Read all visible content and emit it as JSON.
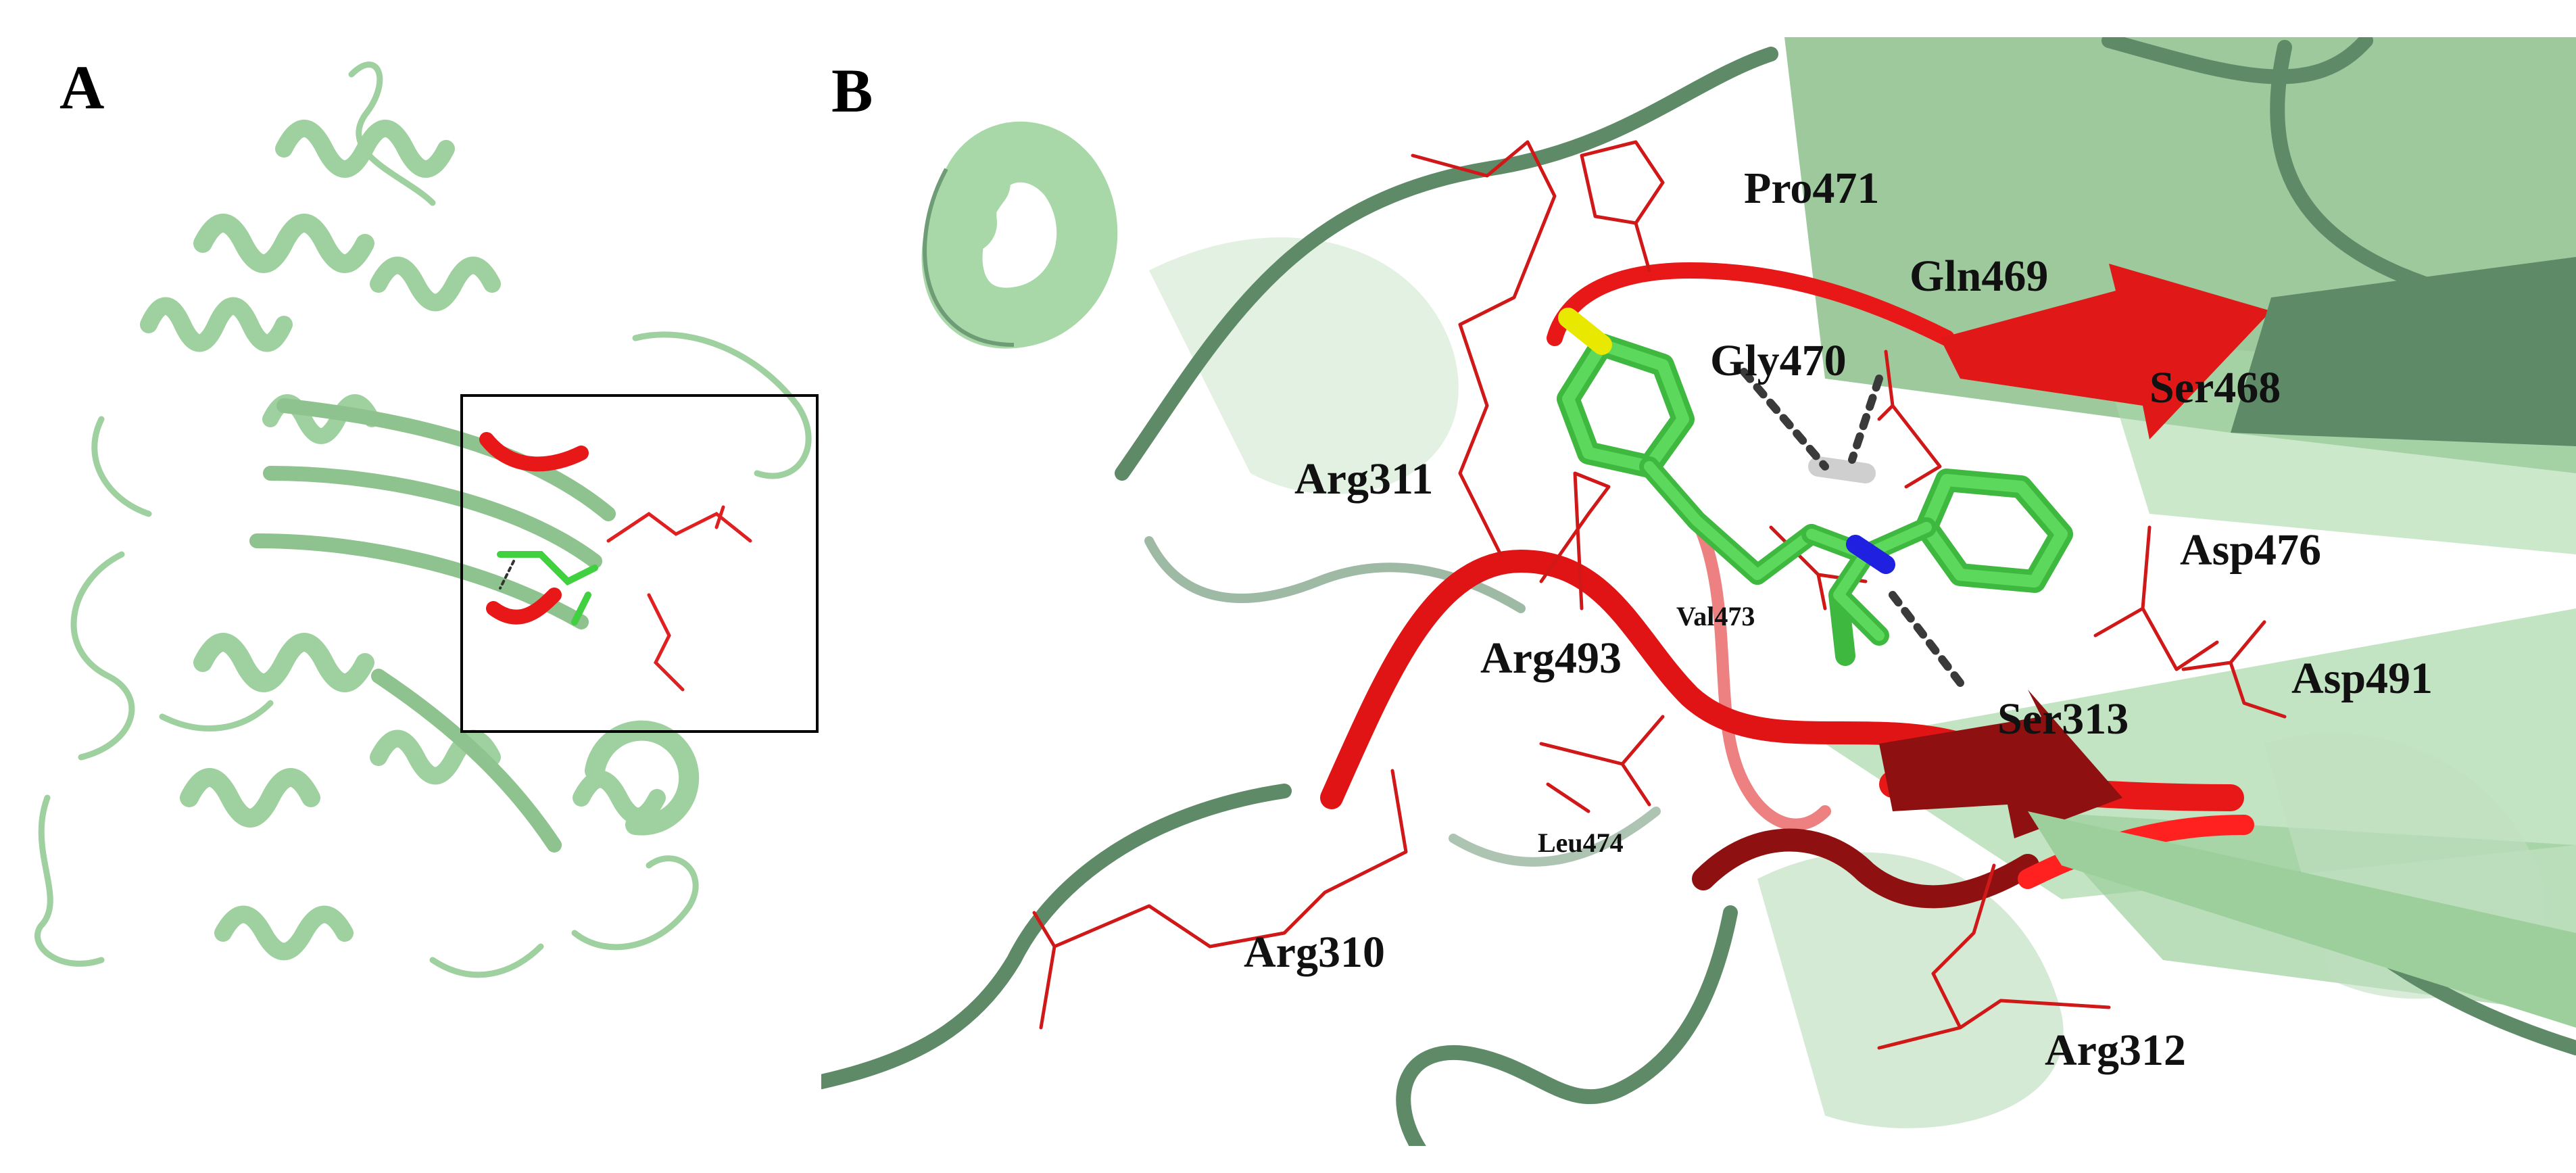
{
  "figure": {
    "panels": [
      {
        "id": "A",
        "label": "A"
      },
      {
        "id": "B",
        "label": "B"
      }
    ],
    "residues": [
      {
        "id": "pro471",
        "label": "Pro471",
        "size": "large"
      },
      {
        "id": "gln469",
        "label": "Gln469",
        "size": "large"
      },
      {
        "id": "gly470",
        "label": "Gly470",
        "size": "large"
      },
      {
        "id": "ser468",
        "label": "Ser468",
        "size": "large"
      },
      {
        "id": "arg311",
        "label": "Arg311",
        "size": "large"
      },
      {
        "id": "asp476",
        "label": "Asp476",
        "size": "large"
      },
      {
        "id": "val473",
        "label": "Val473",
        "size": "small"
      },
      {
        "id": "arg493",
        "label": "Arg493",
        "size": "large"
      },
      {
        "id": "asp491",
        "label": "Asp491",
        "size": "large"
      },
      {
        "id": "ser313",
        "label": "Ser313",
        "size": "large"
      },
      {
        "id": "leu474",
        "label": "Leu474",
        "size": "small"
      },
      {
        "id": "arg310",
        "label": "Arg310",
        "size": "large"
      },
      {
        "id": "arg312",
        "label": "Arg312",
        "size": "large"
      }
    ],
    "colors": {
      "protein_light": "#a8d8a8",
      "protein_mid": "#8cc08c",
      "protein_dark": "#5e8a68",
      "binding_red": "#e81818",
      "binding_dark_red": "#8e1010",
      "ligand_green": "#4cd04c",
      "sulfur_yellow": "#f0f000",
      "nitrogen_blue": "#2020e0",
      "hbond_gray": "#3a3a3a"
    }
  }
}
